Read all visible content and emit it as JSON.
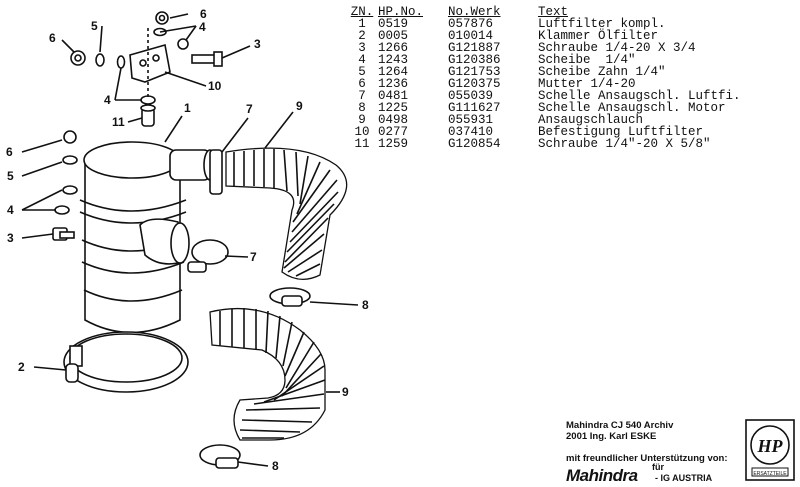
{
  "diagram": {
    "callouts": {
      "c1": "1",
      "c2": "2",
      "c3a": "3",
      "c3b": "3",
      "c4a": "4",
      "c4b": "4",
      "c4c": "4",
      "c5a": "5",
      "c5b": "5",
      "c6a": "6",
      "c6b": "6",
      "c6c": "6",
      "c7a": "7",
      "c7b": "7",
      "c8a": "8",
      "c8b": "8",
      "c9a": "9",
      "c9b": "9",
      "c10": "10",
      "c11": "11"
    }
  },
  "parts_table": {
    "headers": [
      "ZN.",
      "HP.No.",
      "No.Werk",
      "Text"
    ],
    "rows": [
      [
        "1",
        "0519",
        "057876",
        "Luftfilter kompl."
      ],
      [
        "2",
        "0005",
        "010014",
        "Klammer Ölfilter"
      ],
      [
        "3",
        "1266",
        "G121887",
        "Schraube 1/4-20 X 3/4"
      ],
      [
        "4",
        "1243",
        "G120386",
        "Scheibe  1/4\""
      ],
      [
        "5",
        "1264",
        "G121753",
        "Scheibe Zahn 1/4\""
      ],
      [
        "6",
        "1236",
        "G120375",
        "Mutter 1/4-20"
      ],
      [
        "7",
        "0481",
        "055039",
        "Schelle Ansaugschl. Luftfi."
      ],
      [
        "8",
        "1225",
        "G111627",
        "Schelle Ansaugschl. Motor"
      ],
      [
        "9",
        "0498",
        "055931",
        "Ansaugschlauch"
      ],
      [
        "10",
        "0277",
        "037410",
        "Befestigung Luftfilter"
      ],
      [
        "11",
        "1259",
        "G120854",
        "Schraube 1/4\"-20 X 5/8\""
      ]
    ]
  },
  "credits": {
    "line1": "Mahindra CJ 540 Archiv",
    "line2": "2001 Ing. Karl ESKE",
    "line3": "mit freundlicher Unterstützung von:",
    "brand": "Mahindra",
    "fuer": "für",
    "country": "- IG AUSTRIA",
    "logo_initials": "HP",
    "logo_caption": "ERSATZTEILE"
  }
}
